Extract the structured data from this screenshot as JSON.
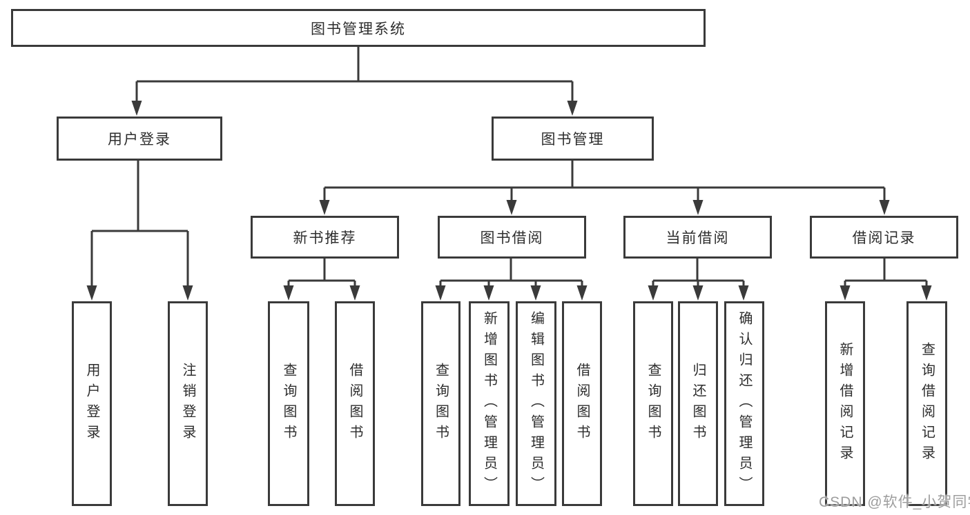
{
  "diagram": {
    "title": "图书管理系统",
    "root": {
      "label": "图书管理系统"
    },
    "branches": [
      {
        "label": "用户登录",
        "children": [
          {
            "label": "用户登录"
          },
          {
            "label": "注销登录"
          }
        ]
      },
      {
        "label": "图书管理",
        "children": [
          {
            "label": "新书推荐",
            "children": [
              {
                "label": "查询图书"
              },
              {
                "label": "借阅图书"
              }
            ]
          },
          {
            "label": "图书借阅",
            "children": [
              {
                "label": "查询图书"
              },
              {
                "label": "新增图书（管理员）"
              },
              {
                "label": "编辑图书（管理员）"
              },
              {
                "label": "借阅图书"
              }
            ]
          },
          {
            "label": "当前借阅",
            "children": [
              {
                "label": "查询图书"
              },
              {
                "label": "归还图书"
              },
              {
                "label": "确认归还（管理员）"
              }
            ]
          },
          {
            "label": "借阅记录",
            "children": [
              {
                "label": "新增借阅记录"
              },
              {
                "label": "查询借阅记录"
              }
            ]
          }
        ]
      }
    ]
  },
  "watermark": {
    "text": "CSDN @软件_小贺同学"
  },
  "colors": {
    "line": "#3a3a3a",
    "text": "#2d2d2d",
    "watermark_text": "#9d9d9d",
    "background": "#ffffff"
  }
}
